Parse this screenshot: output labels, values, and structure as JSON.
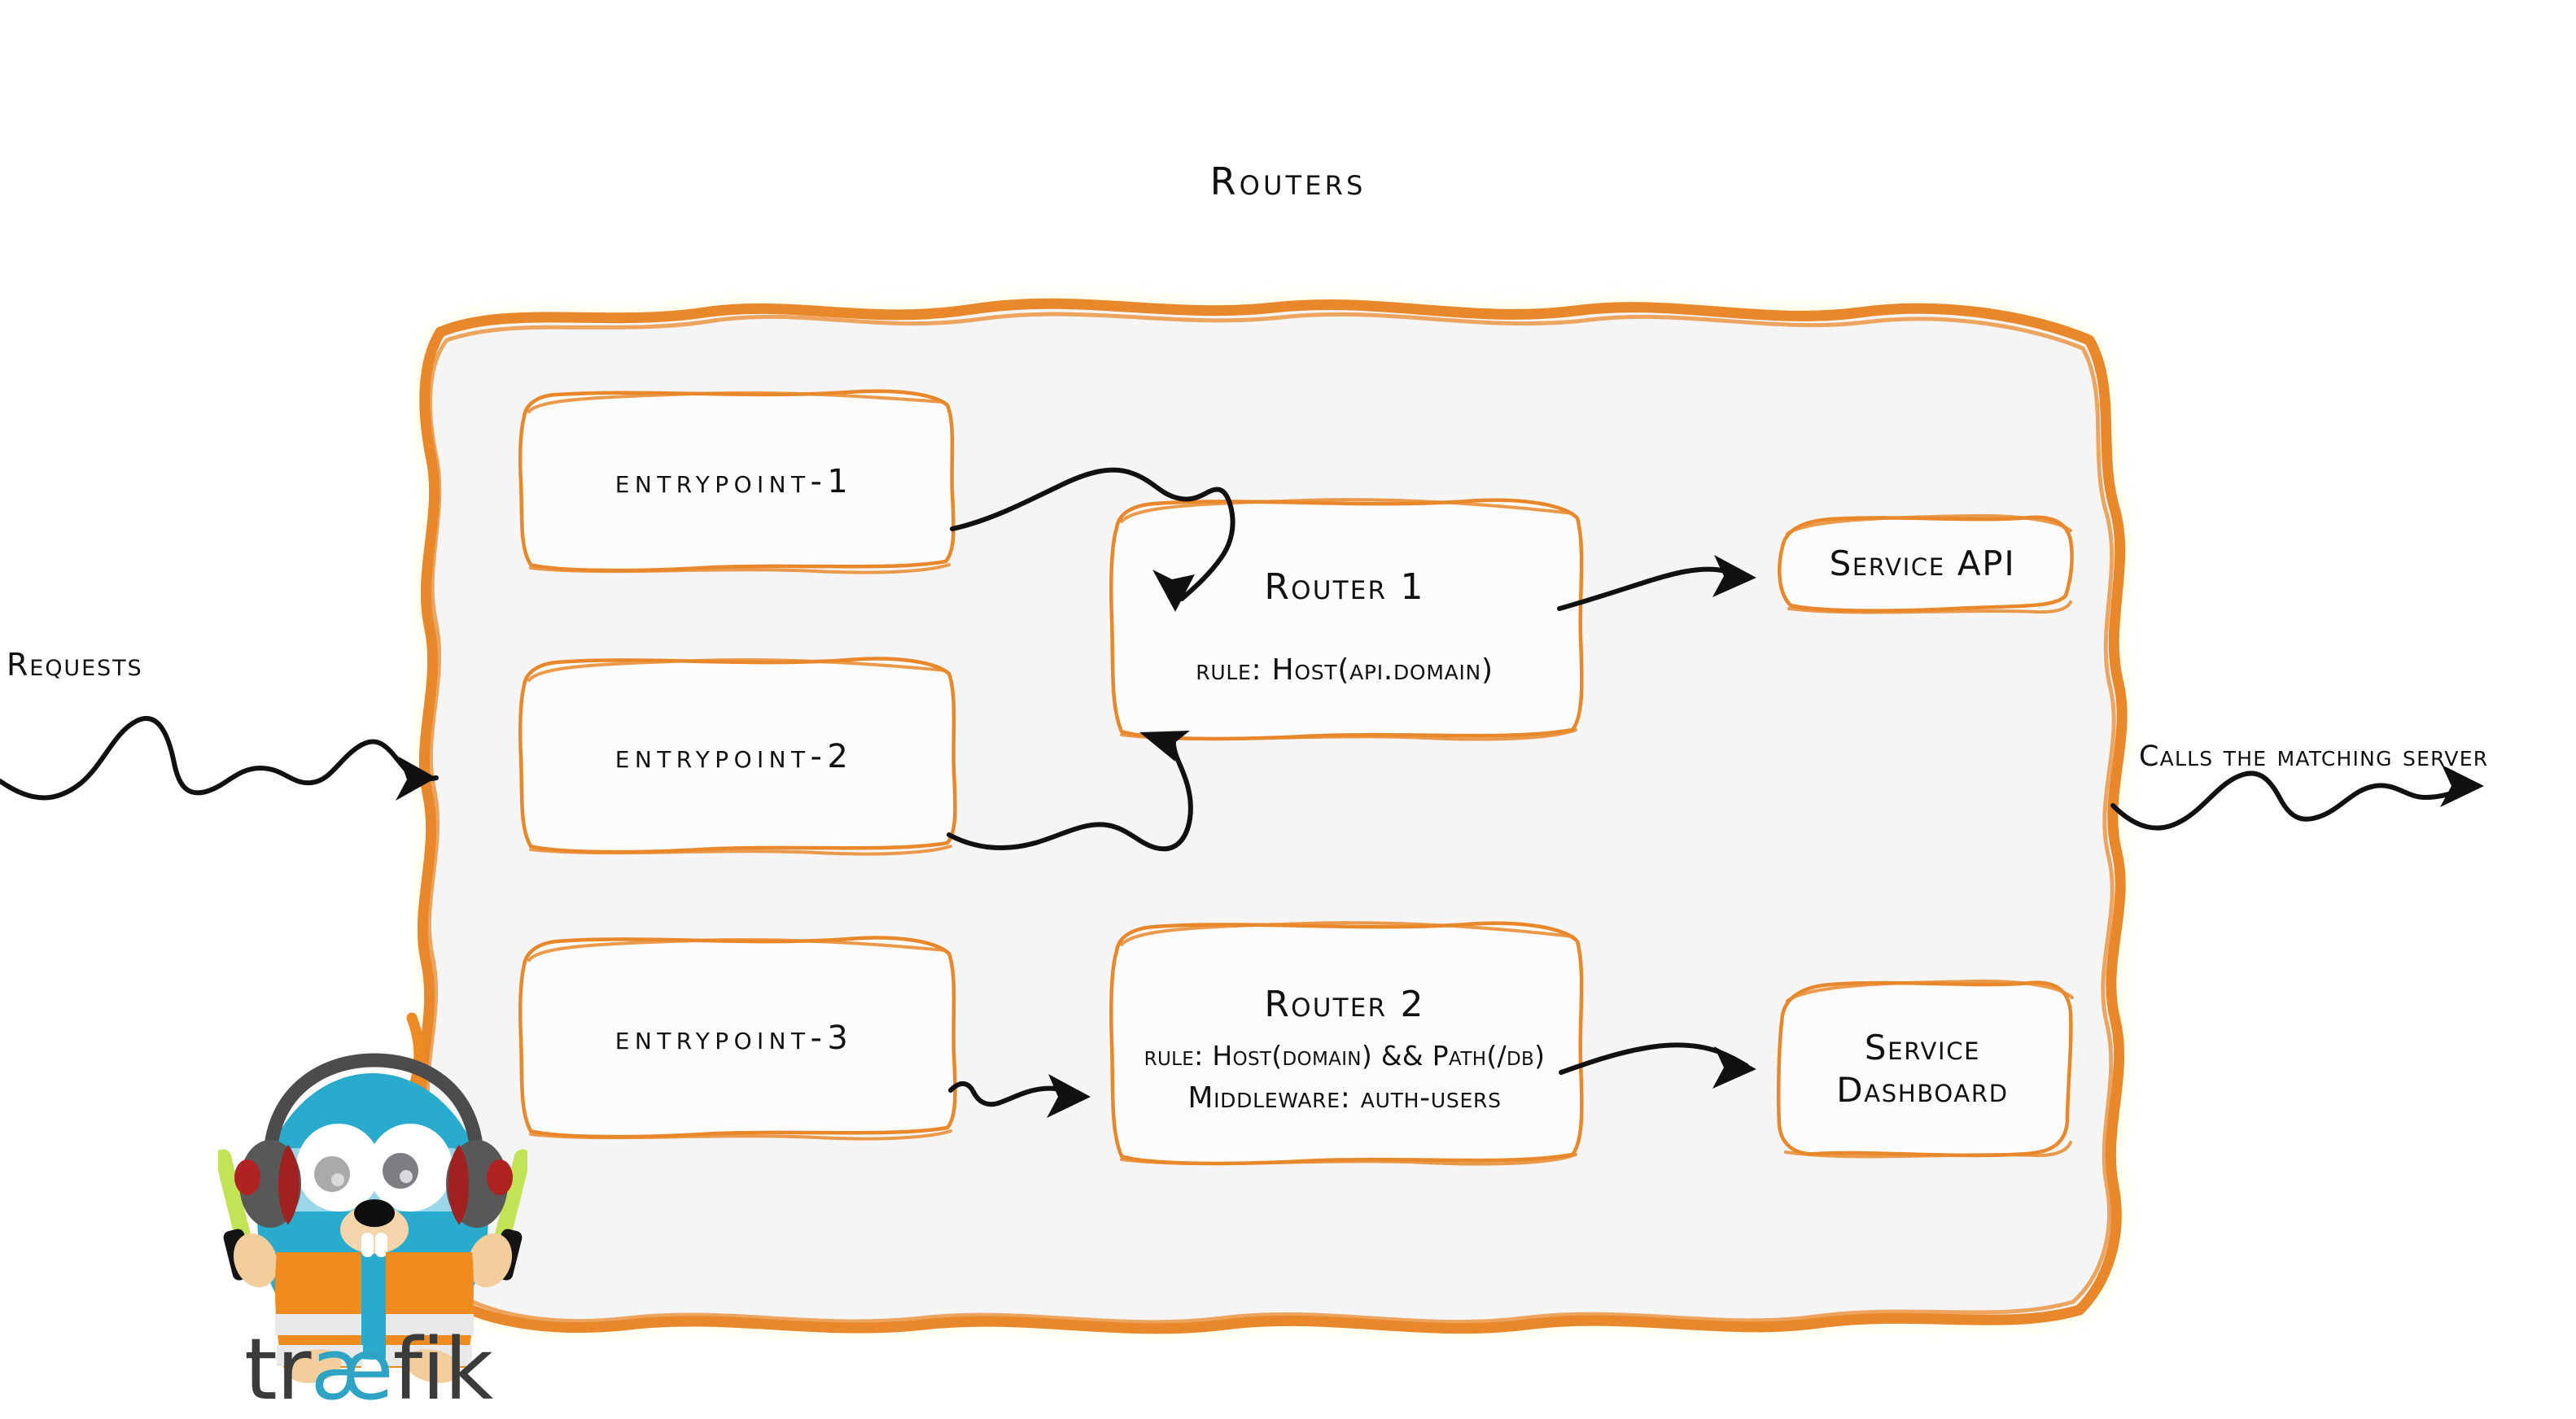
{
  "title": "Routers",
  "colors": {
    "accent_orange": "#E8882B",
    "panel_fill": "#F5F5F5",
    "ink": "#111111",
    "traefik_cyan": "#2FA3C4",
    "wordmark_gray": "#3B3B3B"
  },
  "labels": {
    "requests": "Requests",
    "calls_the_matching_server": "Calls the matching server"
  },
  "entrypoints": [
    {
      "label": "entrypoint-1"
    },
    {
      "label": "entrypoint-2"
    },
    {
      "label": "entrypoint-3"
    }
  ],
  "routers": [
    {
      "name": "Router 1",
      "lines": [
        "rule: Host(api.domain)"
      ]
    },
    {
      "name": "Router 2",
      "lines": [
        "rule: Host(domain) && Path(/db)",
        "Middleware: auth-users"
      ]
    }
  ],
  "services": [
    {
      "lines": [
        "Service API"
      ]
    },
    {
      "lines": [
        "Service",
        "Dashboard"
      ]
    }
  ],
  "brand": {
    "wordmark_part1": "tr",
    "wordmark_ae": "æ",
    "wordmark_part2": "fik"
  }
}
